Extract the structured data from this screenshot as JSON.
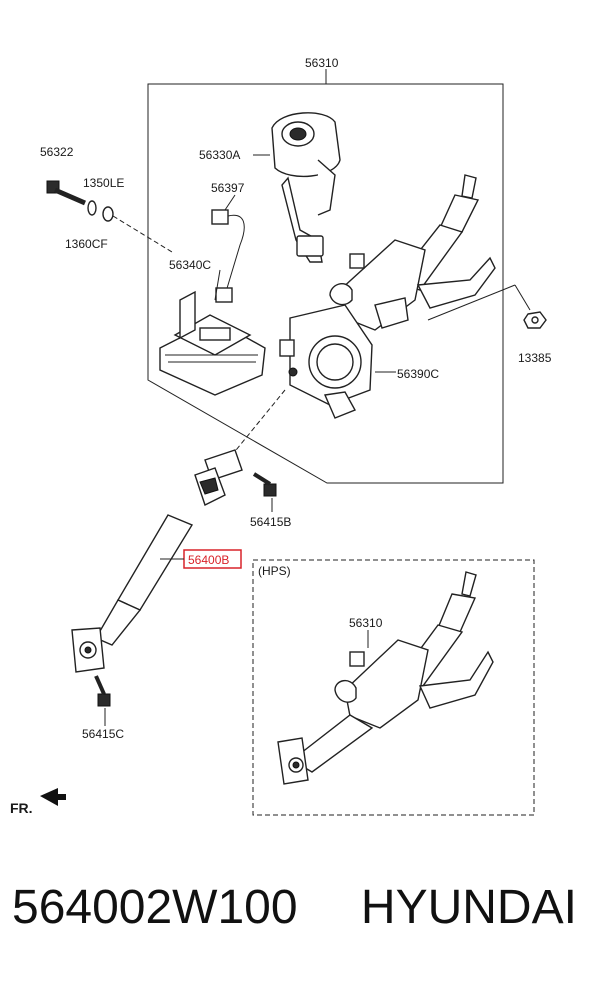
{
  "labels": {
    "assembly_top": "56310",
    "motor": "56330A",
    "bolt": "56322",
    "washer": "1350LE",
    "washer_b": "1360CF",
    "connector": "56397",
    "ecu": "56340C",
    "housing": "56390C",
    "nut": "13385",
    "bolt_mid": "56415B",
    "shaft": "56400B",
    "bolt_low": "56415C",
    "hps_title": "(HPS)",
    "hps_column": "56310",
    "front": "FR."
  },
  "footer": {
    "part_number": "564002W100",
    "brand": "HYUNDAI"
  },
  "colors": {
    "highlight": "#d9232a"
  }
}
